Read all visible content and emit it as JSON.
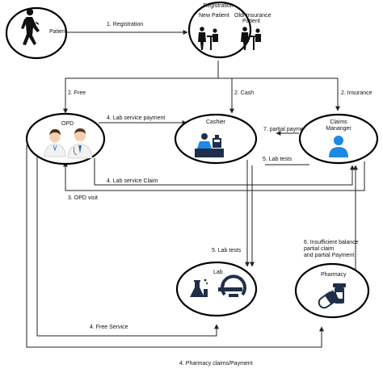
{
  "nodes": {
    "patient": {
      "label": "Patient"
    },
    "registration": {
      "label": "Registration",
      "new_patient": "New Patient",
      "old_patient_line1": "Old/ Insurance",
      "old_patient_line2": "Patient"
    },
    "opd": {
      "label": "OPD"
    },
    "cashier": {
      "label": "Cashier"
    },
    "claims": {
      "label_line1": "Claims",
      "label_line2": "Mananger"
    },
    "lab": {
      "label": "Lab"
    },
    "pharmacy": {
      "label": "Pharmacy"
    }
  },
  "edges": {
    "registration": "1. Registration",
    "free": "2. Free",
    "cash": "2. Cash",
    "insurance": "2. Insurance",
    "lab_service_payment": "4. Lab service payment",
    "partial_payment": "7. partial payment",
    "lab_tests_right": "5. Lab tests",
    "lab_service_claim": "4. Lab service Claim",
    "opd_visit": "3. OPD visit",
    "lab_tests": "5. Lab tests",
    "insufficient_line1": "6. Insufficient balance",
    "insufficient_line2": "partial claim",
    "insufficient_line3": "and partial Payment",
    "free_service": "4. Free Service",
    "pharmacy_claims": "4. Pharmacy claims/Payment"
  },
  "colors": {
    "line": "#222222",
    "accent_blue": "#1e88e5",
    "dark_navy": "#1f2f4a",
    "stroke": "#000000"
  },
  "icons": [
    "person-walking-icon",
    "doctor-icon",
    "cashier-icon",
    "user-avatar-icon",
    "lab-flask-icon",
    "mri-scanner-icon",
    "pill-bottle-icon"
  ]
}
